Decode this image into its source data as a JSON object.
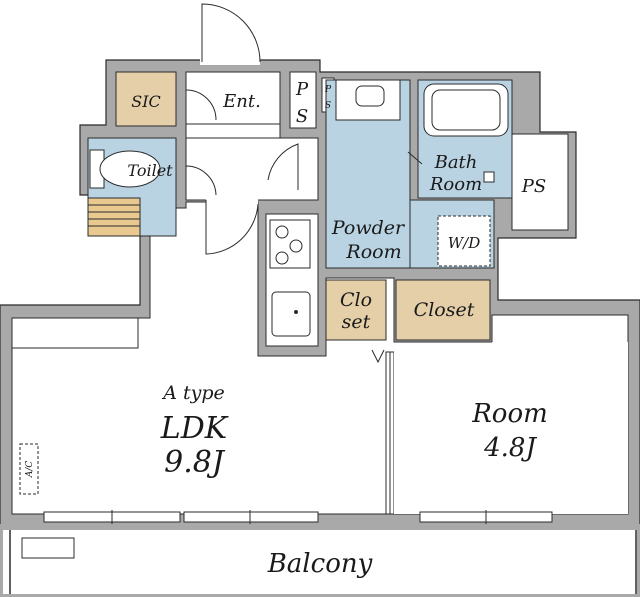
{
  "colors": {
    "wall": "#a9a9a9",
    "wet_area": "#b9d3e3",
    "storage": "#e5cfa8",
    "floor": "#ffffff",
    "line": "#2b2b2b",
    "toilet_floor": "#e9c98f"
  },
  "labels": {
    "sic": "SIC",
    "entrance": "Ent.",
    "ps_top_p": "P",
    "ps_top_s": "S",
    "ps_small_p": "P",
    "ps_small_s": "S",
    "toilet": "Toilet",
    "bath_line1": "Bath",
    "bath_line2": "Room",
    "ps_right": "PS",
    "powder_line1": "Powder",
    "powder_line2": "Room",
    "wd": "W/D",
    "closet_small_line1": "Clo",
    "closet_small_line2": "set",
    "closet": "Closet",
    "type": "A type",
    "ldk_line1": "LDK",
    "ldk_line2": "9.8J",
    "room_line1": "Room",
    "room_line2": "4.8J",
    "ac": "A/C",
    "balcony": "Balcony"
  }
}
